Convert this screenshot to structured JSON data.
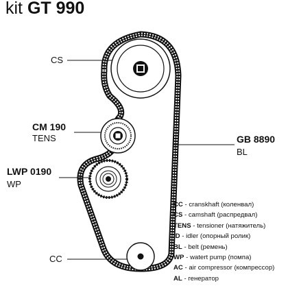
{
  "title": {
    "prefix": "kit",
    "model": "GT 990"
  },
  "labels": {
    "cs": "CS",
    "cm": {
      "code": "CM 190",
      "sub": "TENS"
    },
    "gb": {
      "code": "GB 8890",
      "sub": "BL"
    },
    "lwp": {
      "code": "LWP 0190",
      "sub": "WP"
    },
    "cc": "CC"
  },
  "legend": [
    {
      "key": "CC",
      "text": " - cranskhaft (коленвал)"
    },
    {
      "key": "CS",
      "text": " - camshaft (распредвал)"
    },
    {
      "key": "TENS",
      "text": " - tensioner (натяжитель)"
    },
    {
      "key": "ID",
      "text": " - idler (опорный ролик)"
    },
    {
      "key": "BL",
      "text": " - belt (ремень)"
    },
    {
      "key": "WP",
      "text": " - watert pump (помпа)"
    },
    {
      "key": "AC",
      "text": " - air compressor (компрессор)"
    },
    {
      "key": "AL",
      "text": " - генератор"
    }
  ],
  "colors": {
    "ink": "#111111",
    "paper": "#ffffff"
  }
}
